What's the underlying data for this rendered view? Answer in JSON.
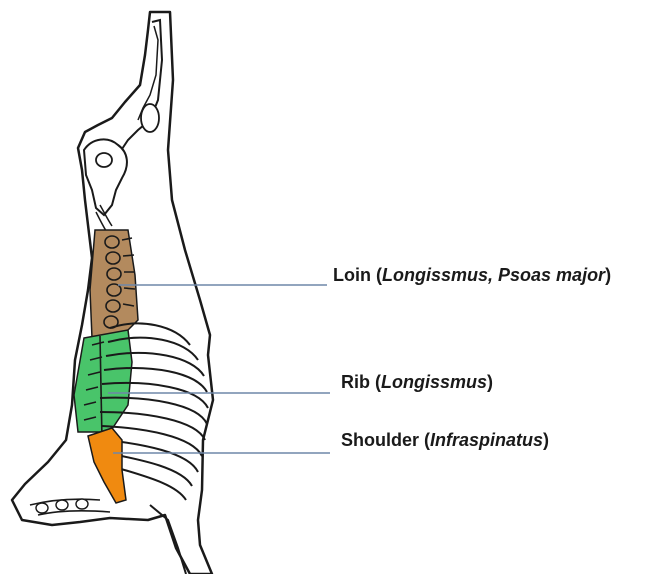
{
  "colors": {
    "loin_region": "#b38a5e",
    "rib_region": "#49c46a",
    "shoulder_region": "#f08a10",
    "leader_line": "#6f87a8",
    "outline": "#1a1a1a"
  },
  "callouts": [
    {
      "id": "loin",
      "cut": "Loin",
      "muscle_prefix": " (",
      "muscle": "Longissmus, Psoas major",
      "muscle_suffix": ")"
    },
    {
      "id": "rib",
      "cut": "Rib",
      "muscle_prefix": " (",
      "muscle": "Longissmus",
      "muscle_suffix": ")"
    },
    {
      "id": "shoulder",
      "cut": "Shoulder",
      "muscle_prefix": " (",
      "muscle": "Infraspinatus",
      "muscle_suffix": ")"
    }
  ]
}
